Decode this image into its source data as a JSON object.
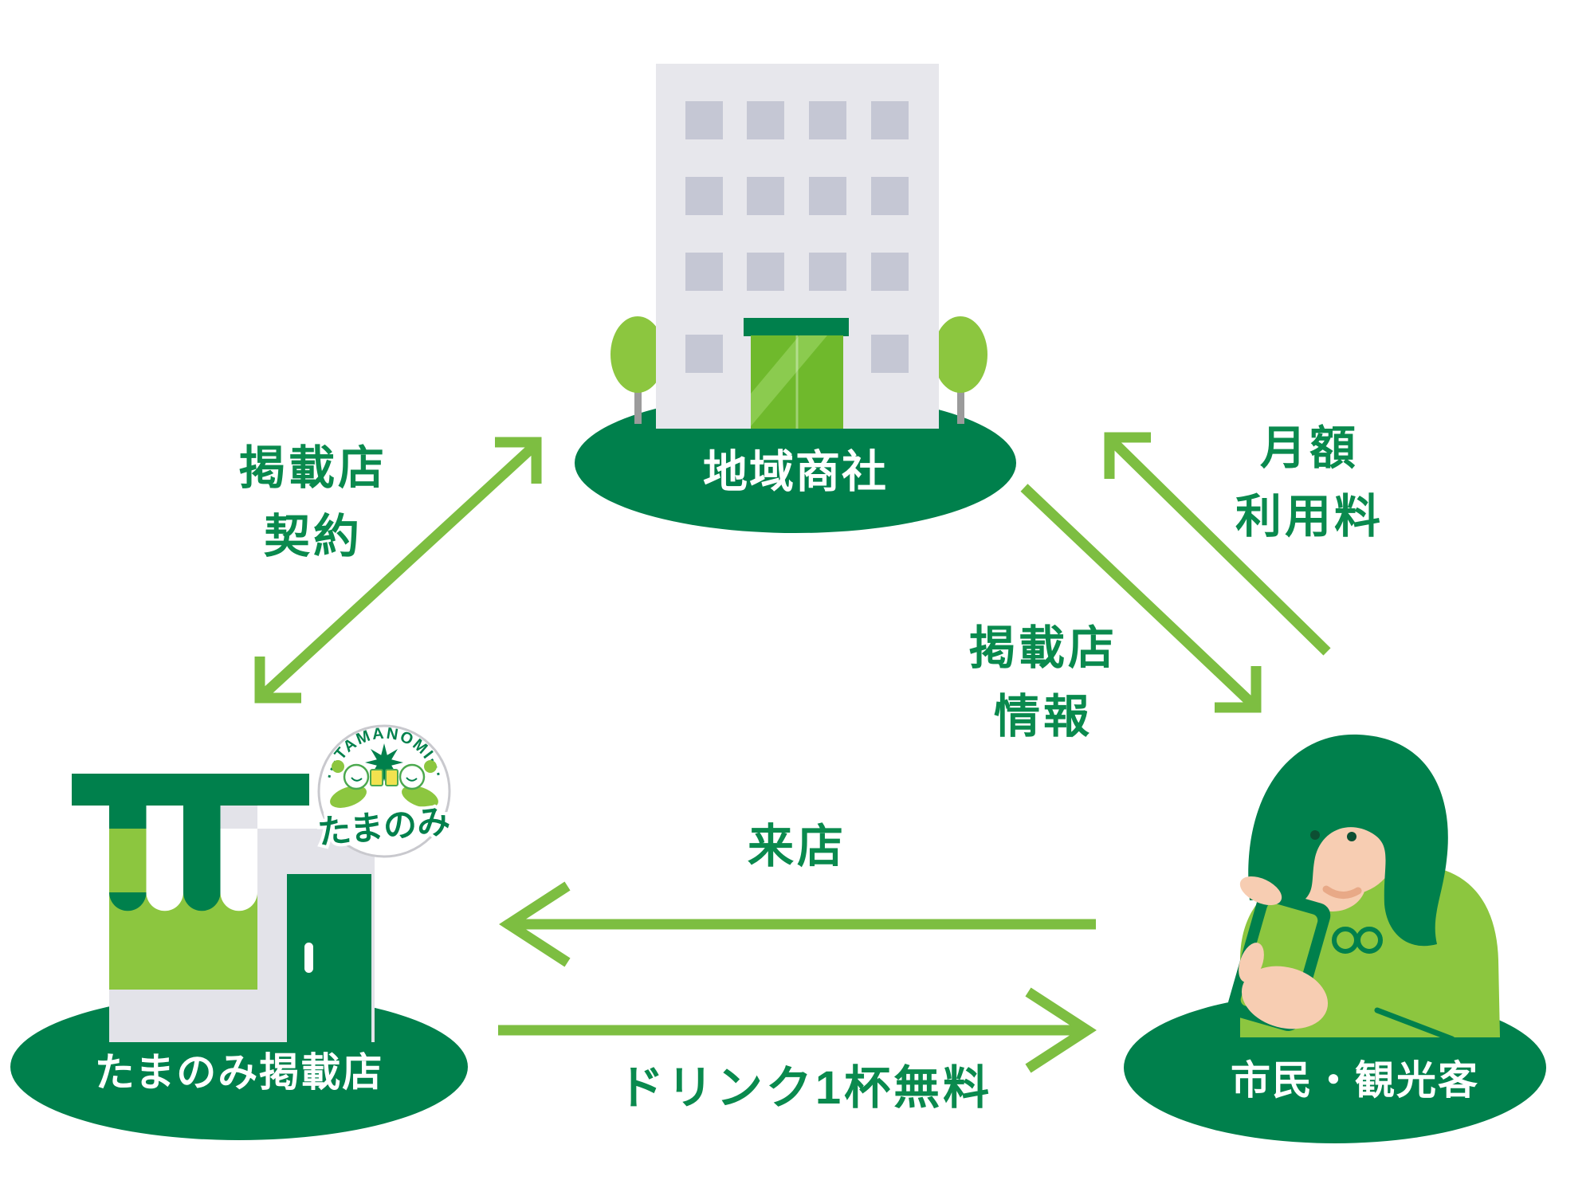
{
  "nodes": {
    "company": {
      "label": "地域商社"
    },
    "store": {
      "label": "たまのみ掲載店"
    },
    "customer": {
      "label": "市民・観光客"
    }
  },
  "badge": {
    "arc_text": "···TAMANOMI···",
    "name": "たまのみ"
  },
  "arrows": {
    "contract": {
      "line1": "掲載店",
      "line2": "契約"
    },
    "monthly_fee": {
      "line1": "月額",
      "line2": "利用料"
    },
    "store_info": {
      "line1": "掲載店",
      "line2": "情報"
    },
    "visit": {
      "label": "来店"
    },
    "free_drink": {
      "label": "ドリンク1杯無料"
    }
  },
  "colors": {
    "dark_green": "#00804C",
    "label_green": "#0A8A4E",
    "arrow_green": "#7DBE41",
    "bright_green": "#8CC63F",
    "door_green": "#6FB92C",
    "building_gray": "#E7E7EC",
    "window_gray": "#C5C7D4",
    "wall_gray": "#E3E3E9",
    "skin": "#F7CDB2",
    "mug_yellow": "#F2E24F",
    "white": "#FFFFFF"
  }
}
